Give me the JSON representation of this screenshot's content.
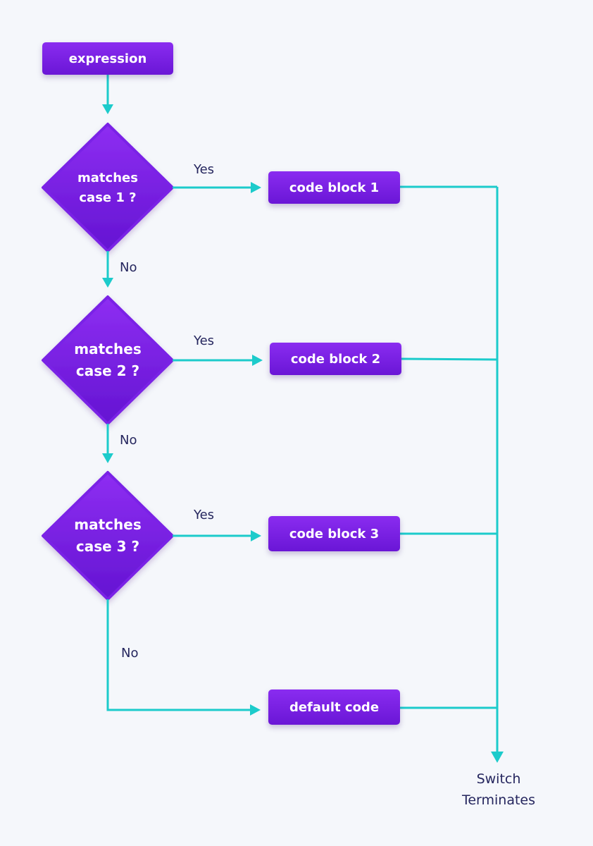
{
  "nodes": {
    "expression": "expression",
    "decision1": {
      "line1": "matches",
      "line2": "case 1 ?"
    },
    "decision2": {
      "line1": "matches",
      "line2": "case 2 ?"
    },
    "decision3": {
      "line1": "matches",
      "line2": "case 3 ?"
    },
    "block1": "code block 1",
    "block2": "code block 2",
    "block3": "code block 3",
    "default": "default code"
  },
  "edge_labels": {
    "yes": "Yes",
    "no": "No"
  },
  "terminal": {
    "line1": "Switch",
    "line2": "Terminates"
  },
  "colors": {
    "node_fill_top": "#8a2cf0",
    "node_fill_bottom": "#6a16d6",
    "connector": "#1ccbcb",
    "label_text": "#25265e",
    "background": "#f5f7fb"
  }
}
